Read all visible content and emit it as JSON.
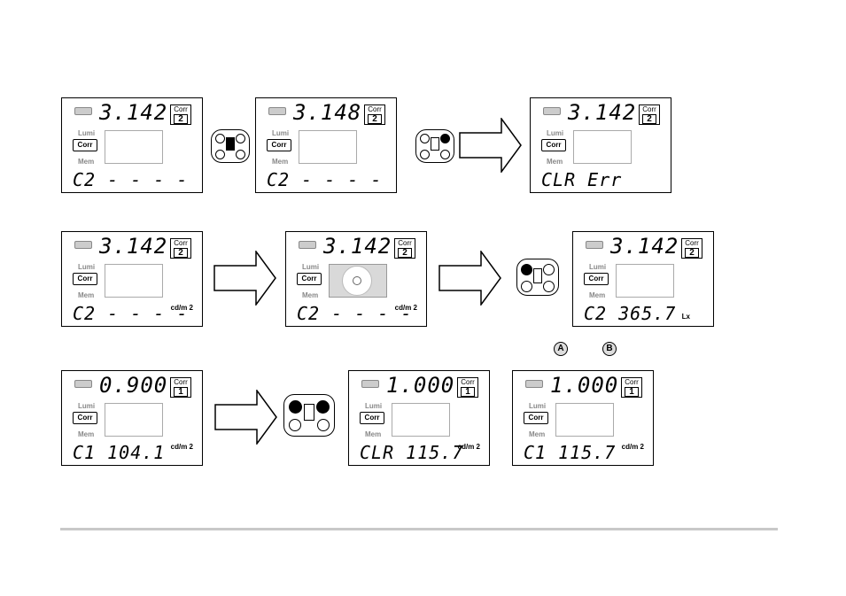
{
  "common": {
    "corr_top": "Corr",
    "lumi": "Lumi",
    "corr_label": "Corr",
    "mem": "Mem"
  },
  "screens": [
    {
      "top": "3.142",
      "corr_num": "2",
      "bottom": "C2  - - - -",
      "unit": ""
    },
    {
      "top": "3.148",
      "corr_num": "2",
      "bottom": "C2  - - - -",
      "unit": ""
    },
    {
      "top": "3.142",
      "corr_num": "2",
      "bottom": "CLR  Err",
      "unit": ""
    },
    {
      "top": "3.142",
      "corr_num": "2",
      "bottom": "C2  - - - -",
      "unit": "cd/m 2"
    },
    {
      "top": "3.142",
      "corr_num": "2",
      "bottom": "C2  - - - -",
      "unit": "cd/m 2"
    },
    {
      "top": "3.142",
      "corr_num": "2",
      "bottom": "C2  365.7",
      "unit": "Lx"
    },
    {
      "top": "0.900",
      "corr_num": "1",
      "bottom": "C1  104.1",
      "unit": "cd/m 2"
    },
    {
      "top": "1.000",
      "corr_num": "1",
      "bottom": "CLR 115.7",
      "unit": "cd/m 2"
    },
    {
      "top": "1.000",
      "corr_num": "1",
      "bottom": "C1  115.7",
      "unit": "cd/m 2"
    }
  ],
  "labels": {
    "a": "A",
    "b": "B"
  }
}
